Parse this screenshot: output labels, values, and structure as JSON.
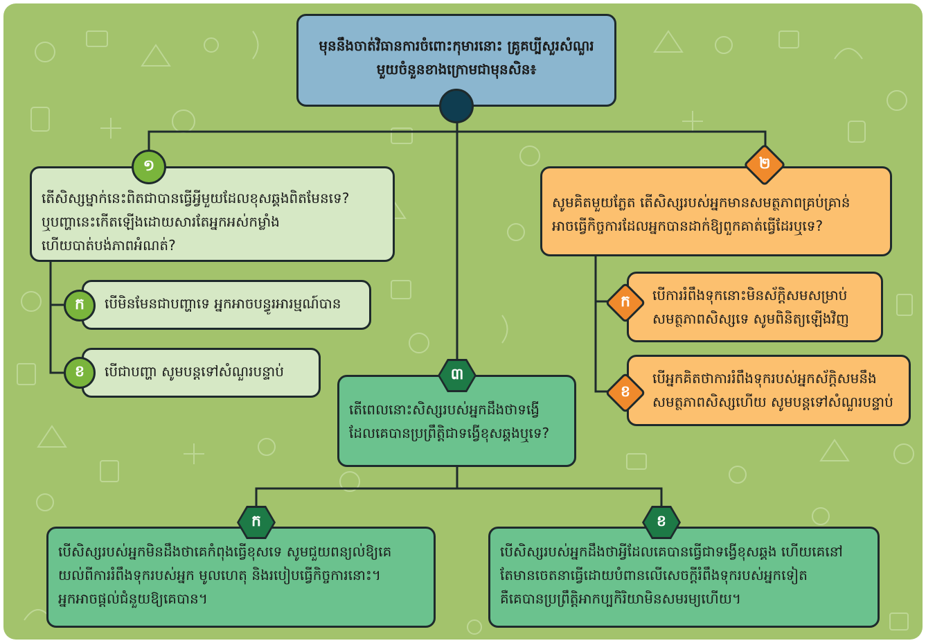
{
  "colors": {
    "background": "#a3c36c",
    "root_box": "#8bb6cf",
    "branch1_box": "#d6e8c5",
    "branch2_box": "#fcc06f",
    "branch3_box": "#6bc28e",
    "badge_green_circle": "#7ab53c",
    "badge_orange_diamond": "#f08a2c",
    "badge_dark_green_hexagon": "#1d7a46",
    "connector": "#1e2a2c"
  },
  "root": {
    "text": "មុននឹងចាត់វិធានការចំពោះកុមារនោះ គ្រូគប្បីសួរសំណួរ\nមួយចំនួនខាងក្រោមជាមុនសិន៖"
  },
  "branch1": {
    "badge": "១",
    "question": "តើសិស្សម្នាក់នេះពិតជាបានធ្វើអ្វីមួយដែលខុសឆ្គងពិតមែនទេ?\nឬបញ្ហានេះកើតឡើងដោយសារតែអ្នកអស់កម្លាំង\nហើយបាត់បង់ភាពអំណត់?",
    "a": {
      "badge": "ក",
      "text": "បើមិនមែនជាបញ្ហាទេ អ្នកអាចបន្ធូរអារម្មណ៍បាន"
    },
    "b": {
      "badge": "ខ",
      "text": "បើជាបញ្ហា សូមបន្តទៅសំណួរបន្ទាប់"
    }
  },
  "branch2": {
    "badge": "២",
    "question": "សូមគិតមួយភ្លែត តើសិស្សរបស់អ្នកមានសមត្ថភាពគ្រប់គ្រាន់\nអាចធ្វើកិច្ចការដែលអ្នកបានដាក់ឱ្យពួកគាត់ធ្វើដែរឬទេ?",
    "a": {
      "badge": "ក",
      "text": "បើការរំពឹងទុកនោះមិនស័ក្តិសមសម្រាប់\nសមត្ថភាពសិស្សទេ សូមពិនិត្យឡើងវិញ"
    },
    "b": {
      "badge": "ខ",
      "text": "បើអ្នកគិតថាការរំពឹងទុករបស់អ្នកស័ក្តិសមនឹង\nសមត្ថភាពសិស្សហើយ សូមបន្តទៅសំណួរបន្ទាប់"
    }
  },
  "branch3": {
    "badge": "៣",
    "question": "តើពេលនោះសិស្សរបស់អ្នកដឹងថាទង្វើ\nដែលគេបានប្រព្រឹត្តិជាទង្វើខុសឆ្គងឬទេ?",
    "a": {
      "badge": "ក",
      "text": "បើសិស្សរបស់អ្នកមិនដឹងថាគេកំពុងធ្វើខុសទេ សូមជួយពន្យល់ឱ្យគេ\nយល់ពីការរំពឹងទុករបស់អ្នក មូលហេតុ និងរបៀបធ្វើកិច្ចការនោះ។\nអ្នកអាចផ្តល់ជំនួយឱ្យគេបាន។"
    },
    "b": {
      "badge": "ខ",
      "text": "បើសិស្សរបស់អ្នកដឹងថាអ្វីដែលគេបានធ្វើជាទង្វើខុសឆ្គង ហើយគេនៅ\nតែមានចេតនាធ្វើដោយបំពានលើសេចក្តីរំពឹងទុករបស់អ្នកទៀត\nគឺគេបានប្រព្រឹត្តិអាកប្បកិរិយាមិនសមរម្យហើយ។"
    }
  }
}
